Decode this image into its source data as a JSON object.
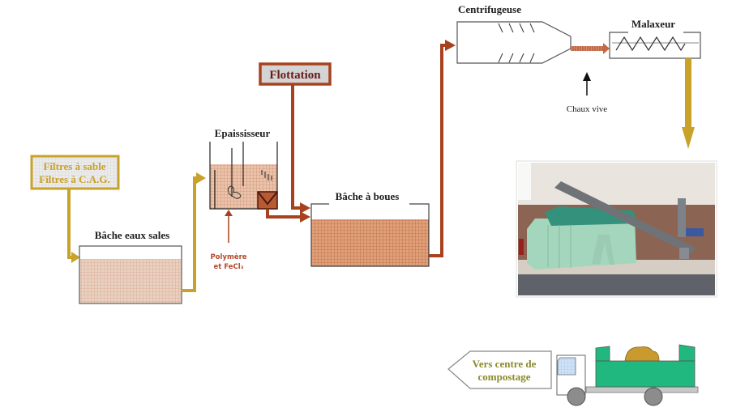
{
  "labels": {
    "filtres_line1": "Filtres à sable",
    "filtres_line2": "Filtres à C.A.G.",
    "bache_eaux_sales": "Bâche eaux sales",
    "epaississeur": "Epaississeur",
    "polymere_line1": "Polymère",
    "polymere_line2": "et FeCl₃",
    "flottation": "Flottation",
    "bache_a_boues": "Bâche à boues",
    "centrifugeuse": "Centrifugeuse",
    "malaxeur": "Malaxeur",
    "chaux_vive": "Chaux vive",
    "compost_line1": "Vers centre de",
    "compost_line2": "compostage"
  },
  "colors": {
    "gold_flow": "#c9a22a",
    "rust_flow": "#a8421e",
    "sludge": "#d7906a",
    "truck_green": "#20b87e",
    "compost": "#c99a2e",
    "wheel": "#8c8c8c"
  },
  "icons": {
    "photo": "sludge-container-photo",
    "truck": "truck-icon"
  }
}
